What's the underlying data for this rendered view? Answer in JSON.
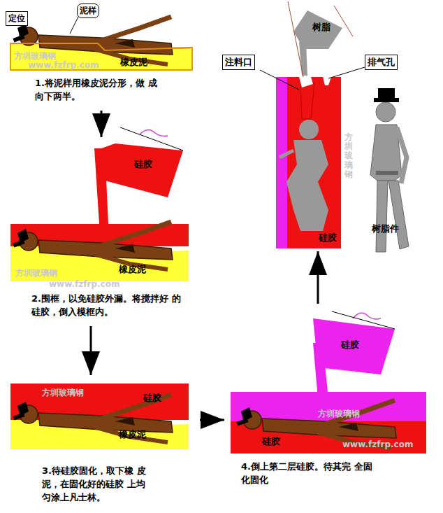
{
  "diagram": {
    "nodes": [
      {
        "text": [
          "1.将泥样用橡皮泥分形，做 成向下两半。"
        ]
      },
      {
        "text": [
          "定位"
        ],
        "in": 0
      },
      {
        "text": [
          "泥样"
        ],
        "in": 0
      },
      {
        "text": [
          "2.围框，以免硅胶外漏。将搅拌好 的硅胶，倒入模框内。"
        ]
      },
      {
        "text": [
          "3.待硅胶固化，取下橡 皮泥，在固化好的硅胶 上均匀涂上凡士林。"
        ]
      },
      {
        "text": [
          "4.倒上第二层硅胶。待其完 全固化固化"
        ]
      },
      {
        "text": [
          "硅胶"
        ]
      },
      {
        "text": [
          "注料口"
        ]
      },
      {
        "text": [
          "排气孔"
        ]
      }
    ],
    "edges": [
      {
        "from": 0,
        "to": 3,
        "arrow": "to"
      },
      {
        "from": 3,
        "to": 4,
        "arrow": "to"
      },
      {
        "from": 4,
        "to": 5,
        "arrow": "to"
      },
      {
        "from": 5,
        "to": 6,
        "arrow": "to"
      }
    ],
    "labels": [
      "橡皮泥",
      "方圳玻璃钢",
      "www.fzfrp.com",
      "硅胶",
      "橡皮泥",
      "方圳玻璃钢",
      "www.fzfrp.com",
      "硅胶",
      "橡皮泥",
      "方圳玻璃钢",
      "硅胶",
      "硅胶",
      "方圳玻璃钢",
      "www.fzfrp.com",
      "树脂",
      "方圳玻璃钢",
      "树脂件"
    ]
  }
}
